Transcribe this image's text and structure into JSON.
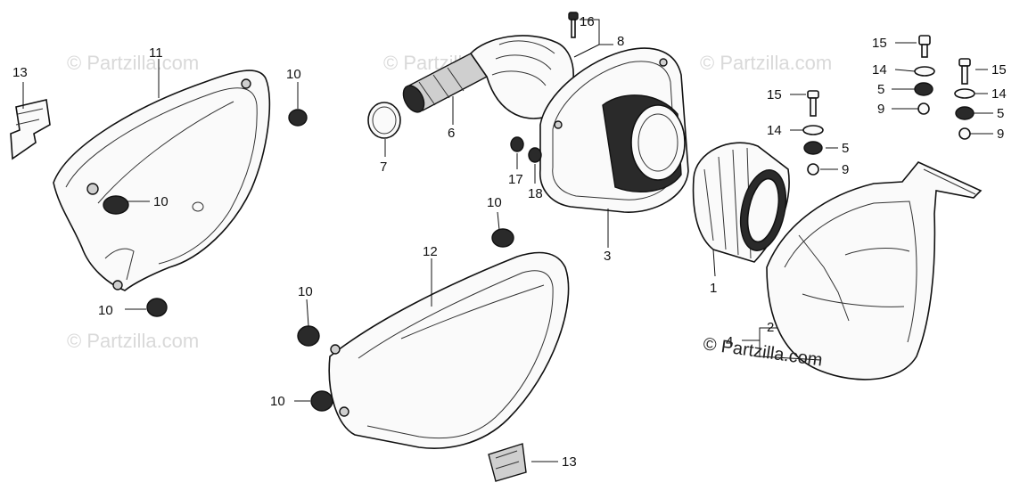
{
  "callouts": [
    {
      "id": "c13a",
      "label": "13"
    },
    {
      "id": "c11",
      "label": "11"
    },
    {
      "id": "c10a",
      "label": "10"
    },
    {
      "id": "c10b",
      "label": "10"
    },
    {
      "id": "c10c",
      "label": "10"
    },
    {
      "id": "c7",
      "label": "7"
    },
    {
      "id": "c6",
      "label": "6"
    },
    {
      "id": "c16",
      "label": "16"
    },
    {
      "id": "c8",
      "label": "8"
    },
    {
      "id": "c17",
      "label": "17"
    },
    {
      "id": "c18",
      "label": "18"
    },
    {
      "id": "c3",
      "label": "3"
    },
    {
      "id": "c10d",
      "label": "10"
    },
    {
      "id": "c12",
      "label": "12"
    },
    {
      "id": "c10e",
      "label": "10"
    },
    {
      "id": "c10f",
      "label": "10"
    },
    {
      "id": "c13b",
      "label": "13"
    },
    {
      "id": "c15a",
      "label": "15"
    },
    {
      "id": "c14a",
      "label": "14"
    },
    {
      "id": "c5a",
      "label": "5"
    },
    {
      "id": "c9a",
      "label": "9"
    },
    {
      "id": "c15b",
      "label": "15"
    },
    {
      "id": "c14b",
      "label": "14"
    },
    {
      "id": "c5b",
      "label": "5"
    },
    {
      "id": "c9b",
      "label": "9"
    },
    {
      "id": "c15c",
      "label": "15"
    },
    {
      "id": "c14c",
      "label": "14"
    },
    {
      "id": "c5c",
      "label": "5"
    },
    {
      "id": "c9c",
      "label": "9"
    },
    {
      "id": "c1",
      "label": "1"
    },
    {
      "id": "c2",
      "label": "2"
    },
    {
      "id": "c4",
      "label": "4"
    }
  ],
  "watermark": "© Partzilla.com",
  "copyright": "© Partzilla.com"
}
